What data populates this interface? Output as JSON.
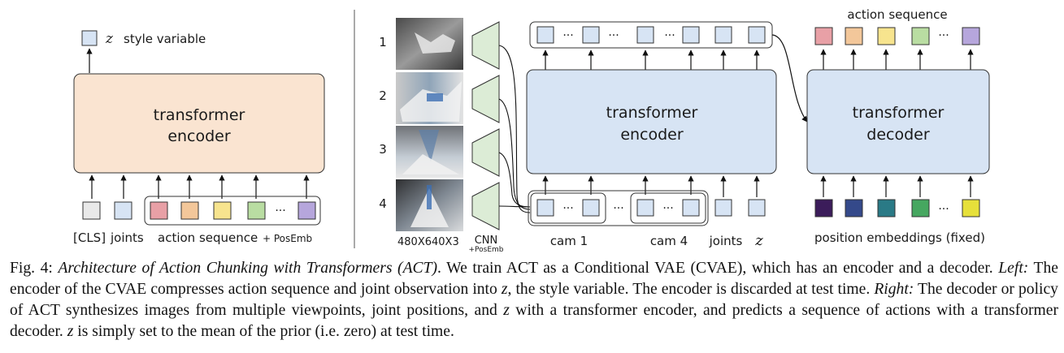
{
  "left": {
    "z_symbol": "z",
    "style_label": "style variable",
    "encoder_label_1": "transformer",
    "encoder_label_2": "encoder",
    "cls_label": "[CLS]",
    "joints_label": "joints",
    "action_seq_label": "action sequence",
    "posemb_label": "+ PosEmb",
    "action_colors": [
      "#e8a0a6",
      "#f3c79a",
      "#f7e48e",
      "#b9dda2",
      "#b6a6dc"
    ],
    "ellipsis": "···"
  },
  "right": {
    "cam_numbers": [
      "1",
      "2",
      "3",
      "4"
    ],
    "img_size_label": "480X640X3",
    "cnn_label": "CNN",
    "cnn_posemb_label": "+PosEmb",
    "encoder_label_1": "transformer",
    "encoder_label_2": "encoder",
    "decoder_label_1": "transformer",
    "decoder_label_2": "decoder",
    "action_seq_label": "action sequence",
    "action_colors": [
      "#e8a0a6",
      "#f3c79a",
      "#f7e48e",
      "#b9dda2",
      "#b6a6dc"
    ],
    "posemb_colors": [
      "#3b1c5a",
      "#34498a",
      "#2a7a86",
      "#46a760",
      "#e6e03a"
    ],
    "cam1_label": "cam 1",
    "cam4_label": "cam 4",
    "joints_label": "joints",
    "z_symbol": "z",
    "pos_emb_label": "position embeddings (fixed)",
    "ellipsis": "···"
  },
  "colors": {
    "encoder_left_fill": "#fae4d1",
    "encoder_right_fill": "#d7e4f4",
    "token_blue": "#d7e4f4",
    "cls_gray": "#e9e9e9",
    "cnn_green": "#dcecd6"
  },
  "caption": {
    "prefix": "Fig. 4: ",
    "title": "Architecture of Action Chunking with Transformers (ACT)",
    "part1": ". We train ACT as a Conditional VAE (CVAE), which has an encoder and a decoder. ",
    "left_label": "Left:",
    "part2": " The encoder of the CVAE compresses action sequence and joint observation into ",
    "z1": "z",
    "part3": ", the style variable. The encoder is discarded at test time. ",
    "right_label": "Right:",
    "part4": " The decoder or policy of ACT synthesizes images from multiple viewpoints, joint positions, and ",
    "z2": "z",
    "part5": " with a transformer encoder, and predicts a sequence of actions with a transformer decoder. ",
    "z3": "z",
    "part6": " is simply set to the mean of the prior (i.e. zero) at test time."
  }
}
